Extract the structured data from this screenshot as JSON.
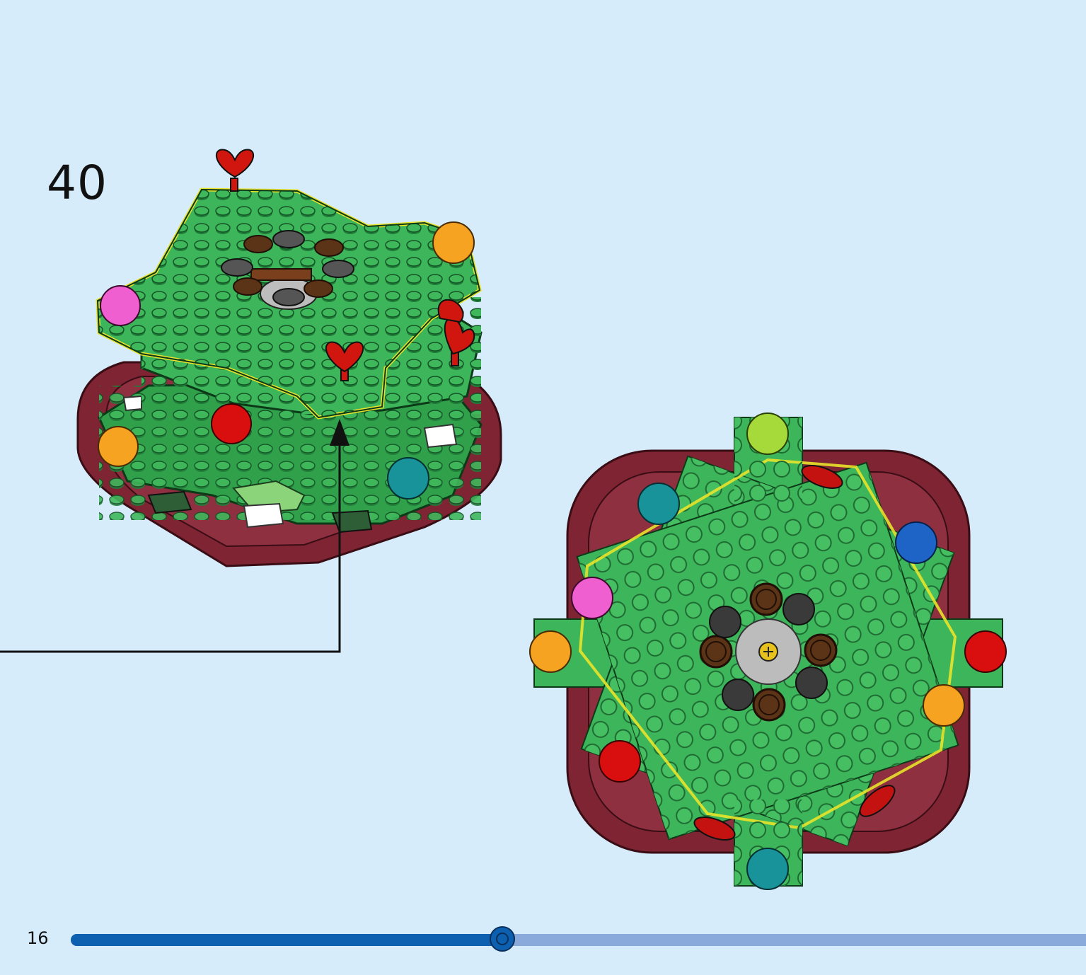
{
  "instruction": {
    "step_number": "40",
    "page_number": "16"
  },
  "progress": {
    "fraction": 0.425
  },
  "colors": {
    "background": "#d6ecfb",
    "brick_green": "#3db55a",
    "brick_light_green": "#5ed27a",
    "base_dark_red": "#7e2433",
    "progress_fill": "#0d5fb0",
    "progress_track": "#89aadb"
  },
  "icons": {
    "callout_arrow": "up-arrow-icon",
    "model_side": "christmas-tree-model-icon",
    "model_top": "christmas-tree-top-view-icon"
  }
}
